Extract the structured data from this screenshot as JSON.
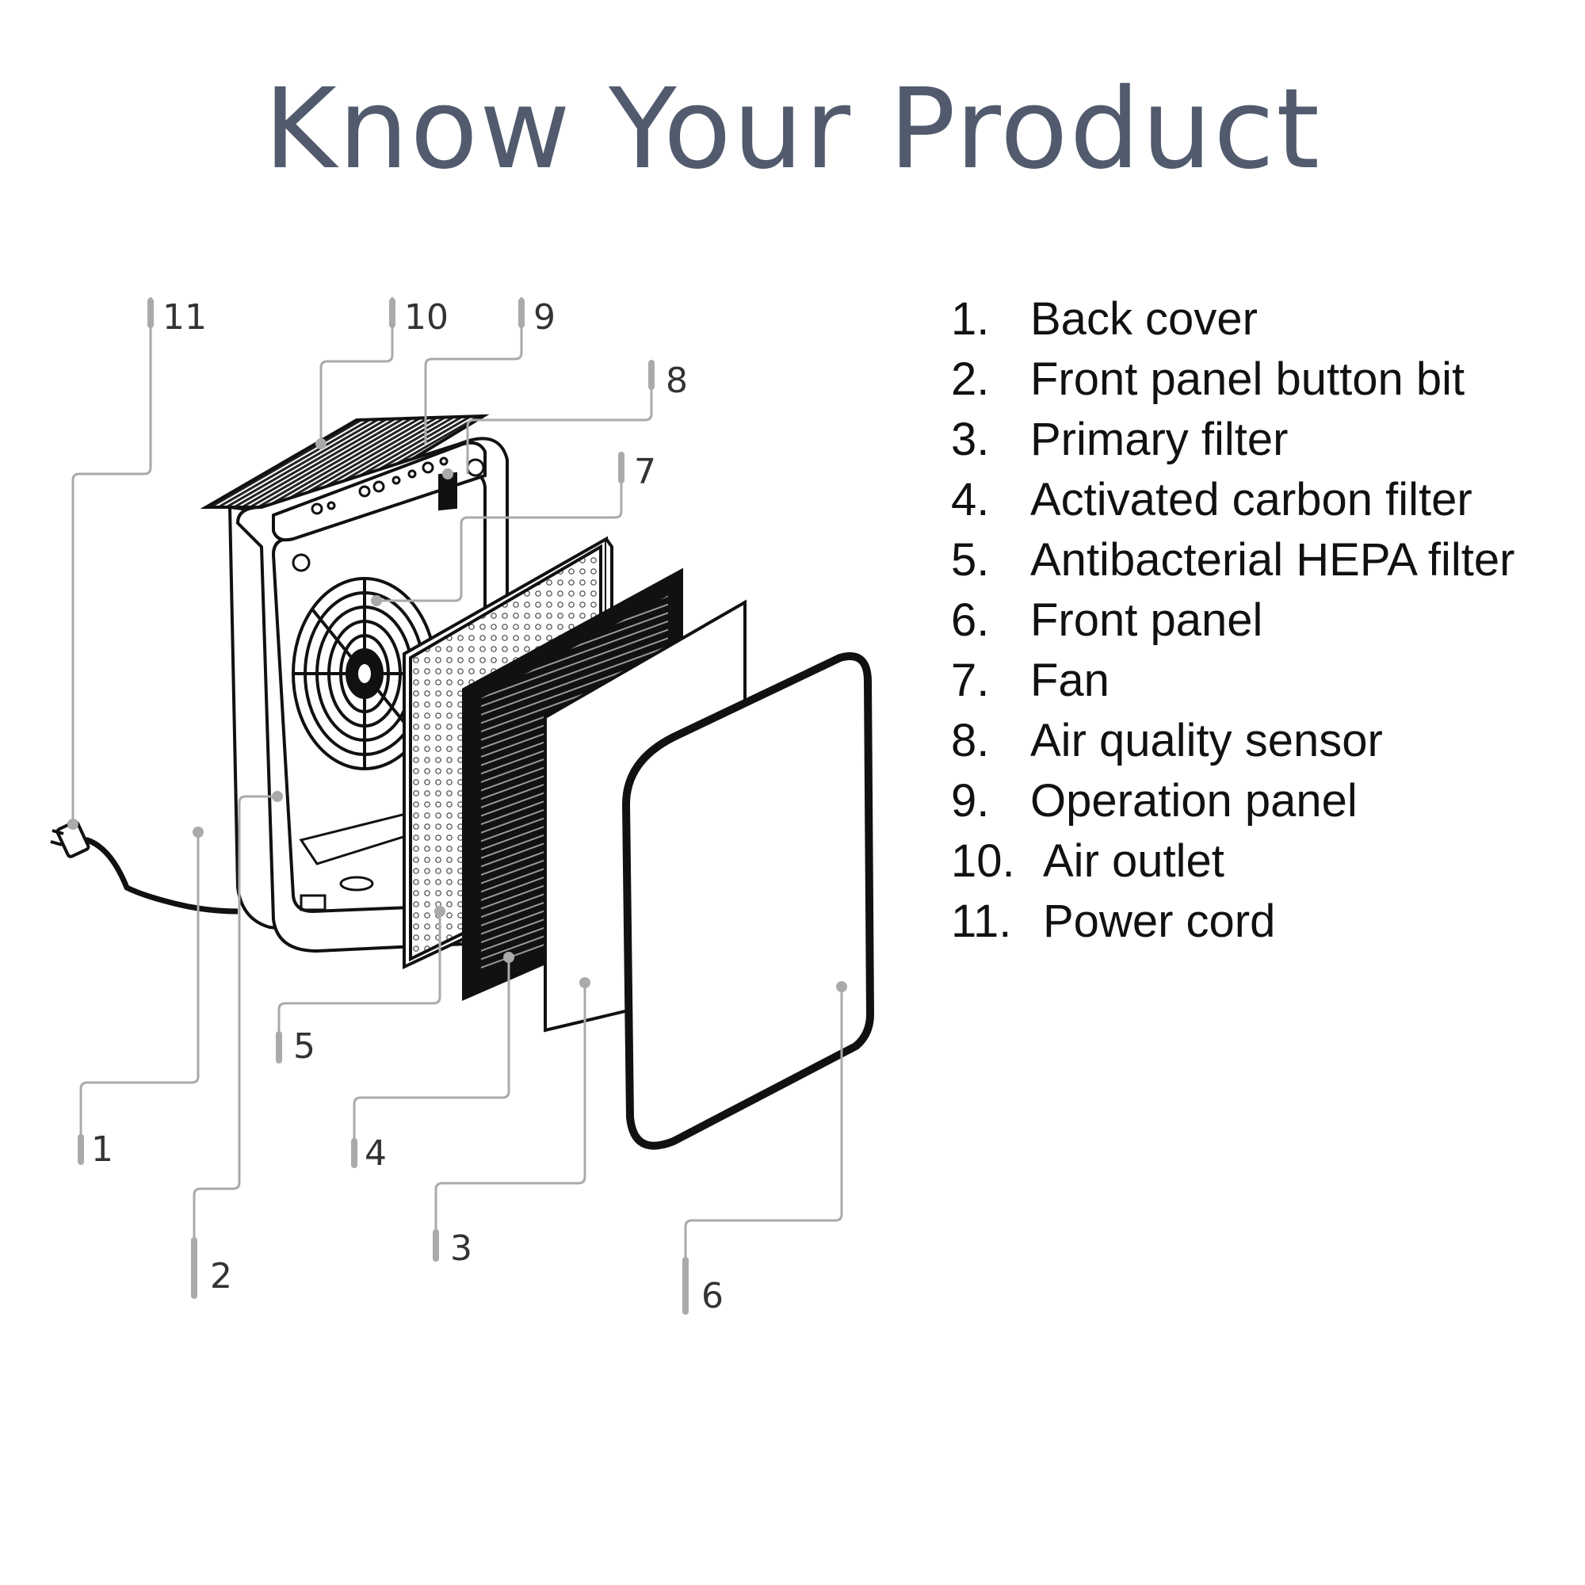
{
  "title": "Know Your Product",
  "legend": [
    {
      "number": "1.",
      "label": "Back cover"
    },
    {
      "number": "2.",
      "label": "Front panel button bit"
    },
    {
      "number": "3.",
      "label": "Primary filter"
    },
    {
      "number": "4.",
      "label": "Activated carbon filter"
    },
    {
      "number": "5.",
      "label": "Antibacterial HEPA filter"
    },
    {
      "number": "6.",
      "label": "Front panel"
    },
    {
      "number": "7.",
      "label": "Fan"
    },
    {
      "number": "8.",
      "label": "Air quality sensor"
    },
    {
      "number": "9.",
      "label": "Operation panel"
    },
    {
      "number": "10.",
      "label": "Air outlet"
    },
    {
      "number": "11.",
      "label": "Power cord"
    }
  ],
  "callouts": [
    "1",
    "2",
    "3",
    "4",
    "5",
    "6",
    "7",
    "8",
    "9",
    "10",
    "11"
  ],
  "colors": {
    "title": "#515b6d",
    "leader_line": "#aaaaaa",
    "outline": "#111111"
  }
}
